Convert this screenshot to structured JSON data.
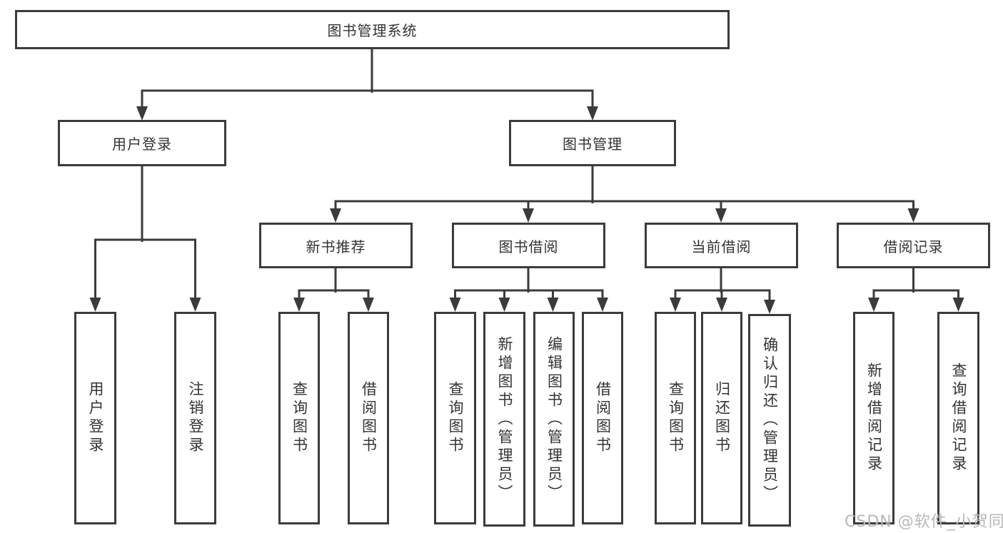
{
  "diagram_type": "hierarchy-tree",
  "colors": {
    "line": "#3b3b3b",
    "box_border": "#3b3b3b",
    "text": "#333333",
    "background": "#ffffff",
    "watermark": "#b9b7b7"
  },
  "tree": {
    "label": "图书管理系统",
    "children": [
      {
        "label": "用户登录",
        "children": [
          {
            "label": "用户登录"
          },
          {
            "label": "注销登录"
          }
        ]
      },
      {
        "label": "图书管理",
        "children": [
          {
            "label": "新书推荐",
            "children": [
              {
                "label": "查询图书"
              },
              {
                "label": "借阅图书"
              }
            ]
          },
          {
            "label": "图书借阅",
            "children": [
              {
                "label": "查询图书"
              },
              {
                "label": "新增图书（管理员）"
              },
              {
                "label": "编辑图书（管理员）"
              },
              {
                "label": "借阅图书"
              }
            ]
          },
          {
            "label": "当前借阅",
            "children": [
              {
                "label": "查询图书"
              },
              {
                "label": "归还图书"
              },
              {
                "label": "确认归还（管理员）"
              }
            ]
          },
          {
            "label": "借阅记录",
            "children": [
              {
                "label": "新增借阅记录"
              },
              {
                "label": "查询借阅记录"
              }
            ]
          }
        ]
      }
    ]
  },
  "watermark": {
    "text": "CSDN @软件_小贺同学"
  }
}
